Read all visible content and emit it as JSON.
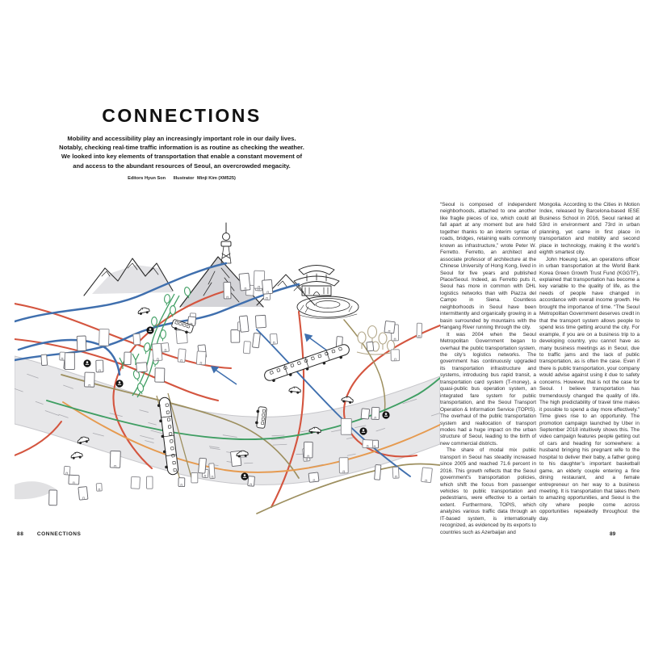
{
  "header": {
    "title": "CONNECTIONS",
    "intro_lines": [
      "Mobility and accessibility play an increasingly important role in our daily lives.",
      "Notably, checking real-time traffic information is as routine as checking the weather.",
      "We looked into key elements of transportation that enable a constant movement of",
      "and access to the abundant resources of Seoul, an overcrowded megacity."
    ],
    "credits": {
      "editor_label": "Editors",
      "editor_name": "Hyun Son",
      "illustrator_label": "Illustrator",
      "illustrator_name": "Minji Kim (XM525)"
    }
  },
  "article": {
    "column1": [
      "“Seoul is composed of independent neighborhoods, attached to one another like fragile pieces of ice, which could all fall apart at any moment but are held together thanks to an interim syntax of roads, bridges, retaining walls commonly known as infrastructure,” wrote Peter W. Ferretto. Ferretto, an architect and associate professor of architecture at the Chinese University of Hong Kong, lived in Seoul for five years and published Place/Seoul. Indeed, as Ferretto puts it, Seoul has more in common with DHL logistics networks than with Piazza del Campo in Siena. Countless neighborhoods in Seoul have been intermittently and organically growing in a basin surrounded by mountains with the Hangang River running through the city.",
      "It was 2004 when the Seoul Metropolitan Government began to overhaul the public transportation system, the city’s logistics networks. The government has continuously upgraded its transportation infrastructure and systems, introducing bus rapid transit, a transportation card system (T-money), a quasi-public bus operation system, an integrated fare system for public transportation, and the Seoul Transport Operation & Information Service (TOPIS). The overhaul of the public transportation system and reallocation of transport modes had a huge impact on the urban structure of Seoul, leading to the birth of new commercial districts.",
      "The share of modal mix public transport in Seoul has steadily increased since 2005 and reached 71.6 percent in 2016. This growth reflects that the Seoul government’s transportation policies, which shift the focus from passenger vehicles to public transportation and pedestrians, were effective to a certain extent. Furthermore, TOPIS, which analyzes various traffic data through an IT-based system, is internationally recognized, as evidenced by its exports to countries such as Azerbaijan and"
    ],
    "column2": [
      "Mongolia. According to the Cities in Motion Index, released by Barcelona-based IESE Business School in 2016, Seoul ranked at 53rd in environment and 73rd in urban planning, yet came in first place in transportation and mobility and second place in technology, making it the world’s eighth smartest city.",
      "John Hoeung Lee, an operations officer in urban transportation at the World Bank Korea Green Growth Trust Fund (KGGTF), explained that transportation has become a key variable to the quality of life, as the needs of people have changed in accordance with overall income growth. He brought the importance of time. “The Seoul Metropolitan Government deserves credit in that the transport system allows people to spend less time getting around the city. For example, if you are on a business trip to a developing country, you cannot have as many business meetings as in Seoul, due to traffic jams and the lack of public transportation, as is often the case. Even if there is public transportation, your company would advise against using it due to safety concerns. However, that is not the case for Seoul. I believe transportation has tremendously changed the quality of life. The high predictability of travel time makes it possible to spend a day more effectively.” Time gives rise to an opportunity. The promotion campaign launched by Uber in September 2018 intuitively shows this. The video campaign features people getting out of cars and heading for somewhere: a husband bringing his pregnant wife to the hospital to deliver their baby, a father going to his daughter’s important basketball game, an elderly couple entering a fine dining restaurant, and a female entrepreneur on her way to a business meeting. It is transportation that takes them to amazing opportunities, and Seoul is the city where people come across opportunities repeatedly throughout the day."
    ]
  },
  "footer": {
    "page_left": "88",
    "section": "CONNECTIONS",
    "page_right": "89"
  },
  "illustration": {
    "palette": {
      "ink": "#2a2a2a",
      "road_red": "#d4553f",
      "road_blue": "#3f6fae",
      "road_green": "#3f9e63",
      "road_orange": "#e69a4f",
      "road_tan": "#9d8f5f",
      "band": "#e7e7e9",
      "band_edge": "#c6c6ca",
      "mountain_fill": "#d4d4d8",
      "building_line": "#85858a",
      "tree_beige": "#b3a88b"
    }
  }
}
